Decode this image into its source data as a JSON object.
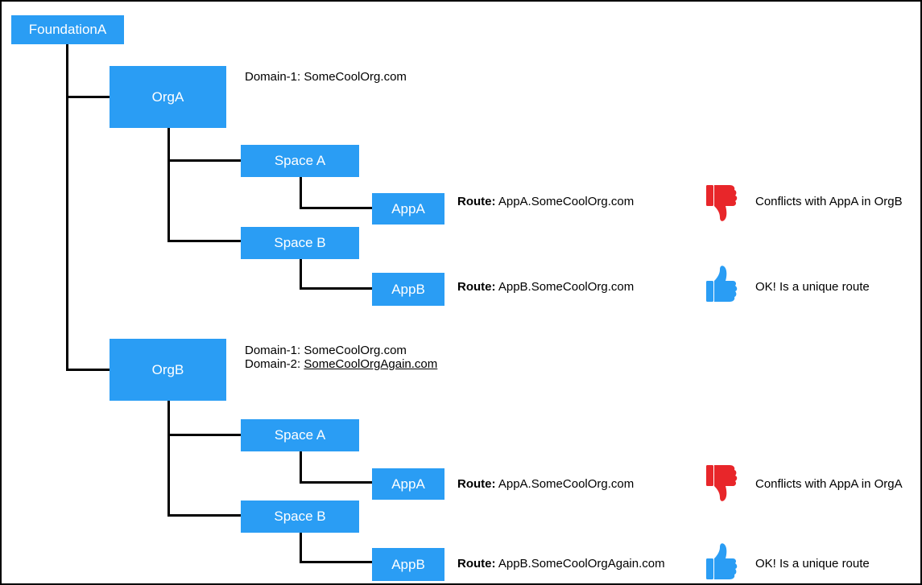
{
  "colors": {
    "node_fill": "#2A9DF4",
    "node_text": "#ffffff",
    "connector": "#000000",
    "thumb_down": "#E8262A",
    "thumb_up": "#2A9DF4"
  },
  "root": {
    "label": "FoundationA"
  },
  "orgs": [
    {
      "label": "OrgA",
      "domains": [
        {
          "prefix": "Domain-1: ",
          "value": "SomeCoolOrg.com",
          "underlined": false
        }
      ],
      "spaces": [
        {
          "label": "Space A",
          "app": {
            "label": "AppA",
            "route_label": "Route:",
            "route_value": "AppA.SomeCoolOrg.com",
            "verdict_icon": "thumbs-down-icon",
            "verdict": "Conflicts with AppA in OrgB"
          }
        },
        {
          "label": "Space B",
          "app": {
            "label": "AppB",
            "route_label": "Route:",
            "route_value": "AppB.SomeCoolOrg.com",
            "verdict_icon": "thumbs-up-icon",
            "verdict": "OK! Is a unique route"
          }
        }
      ]
    },
    {
      "label": "OrgB",
      "domains": [
        {
          "prefix": "Domain-1: ",
          "value": "SomeCoolOrg.com",
          "underlined": false
        },
        {
          "prefix": "Domain-2: ",
          "value": "SomeCoolOrgAgain.com",
          "underlined": true
        }
      ],
      "spaces": [
        {
          "label": "Space A",
          "app": {
            "label": "AppA",
            "route_label": "Route:",
            "route_value": "AppA.SomeCoolOrg.com",
            "verdict_icon": "thumbs-down-icon",
            "verdict": "Conflicts with AppA in OrgA"
          }
        },
        {
          "label": "Space B",
          "app": {
            "label": "AppB",
            "route_label": "Route:",
            "route_value": "AppB.SomeCoolOrgAgain.com",
            "verdict_icon": "thumbs-up-icon",
            "verdict": "OK! Is a unique route"
          }
        }
      ]
    }
  ]
}
